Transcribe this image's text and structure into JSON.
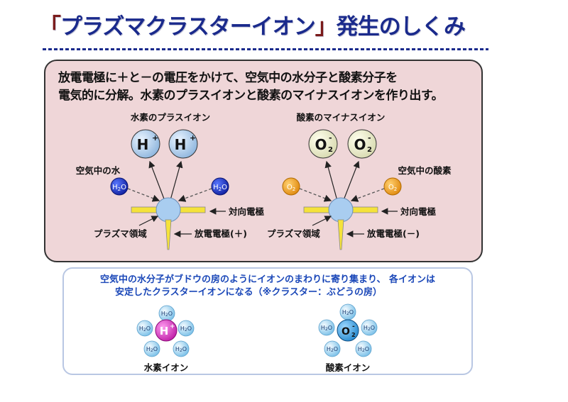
{
  "header": {
    "title_open": "「",
    "title_main": "プラズマクラスターイオン",
    "title_close": "」",
    "title_tail": "発生のしくみ"
  },
  "explanation": {
    "line1": "放電電極に＋と－の電圧をかけて、空気中の水分子と酸素分子を",
    "line2": "電気的に分解。水素のプラスイオンと酸素のマイナスイオンを作り出す。"
  },
  "left_diagram": {
    "ion_label": "水素のプラスイオン",
    "ion_text": "H+",
    "molecule_label": "空気中の水",
    "molecule_text": "H2O",
    "counter_electrode": "対向電極",
    "plasma_region": "プラズマ領域",
    "discharge_electrode": "放電電極(＋)"
  },
  "right_diagram": {
    "ion_label": "酸素のマイナスイオン",
    "ion_text": "O2-",
    "molecule_label": "空気中の酸素",
    "molecule_text": "O2",
    "counter_electrode": "対向電極",
    "plasma_region": "プラズマ領域",
    "discharge_electrode": "放電電極(－)"
  },
  "cluster": {
    "caption_line1": "空気中の水分子がブドウの房のようにイオンのまわりに寄り集まり、 各イオンは",
    "caption_line2": "安定したクラスターイオンになる（※クラスター：ぶどうの房）",
    "satellite_text": "H2O",
    "hydrogen_center": "H+",
    "oxygen_center": "O2-",
    "hydrogen_label": "水素イオン",
    "oxygen_label": "酸素イオン"
  },
  "colors": {
    "title_blue": "#1a2a8c",
    "panel_pink": "#efd6d8",
    "electrode_yellow": "#f5e23a",
    "plasma_blue": "#a9cdf0",
    "h2o_blue": "#1833c4",
    "o2_orange": "#f0a020",
    "cluster_magenta": "#e040c0"
  }
}
